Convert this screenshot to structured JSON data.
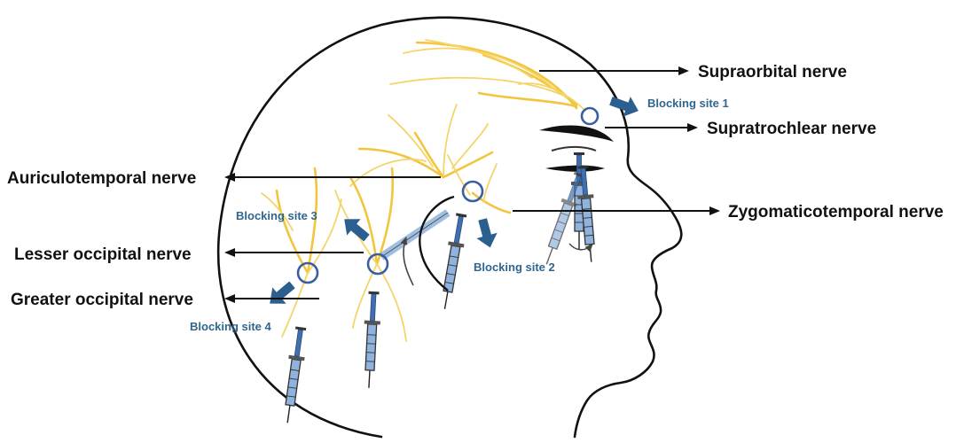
{
  "nerves": {
    "supraorbital": "Supraorbital nerve",
    "supratrochlear": "Supratrochlear nerve",
    "auriculotemporal": "Auriculotemporal nerve",
    "zygomaticotemporal": "Zygomaticotemporal nerve",
    "lesser_occipital": "Lesser occipital nerve",
    "greater_occipital": "Greater occipital nerve"
  },
  "sites": {
    "site1": "Blocking site 1",
    "site2": "Blocking site 2",
    "site3": "Blocking site 3",
    "site4": "Blocking site 4"
  },
  "colors": {
    "outline": "#111111",
    "nerve": "#f2c53d",
    "site_ring": "#3b5ea0",
    "site_arrow": "#2a5f8f",
    "site_text": "#2f6690",
    "syringe_barrel": "#8fb3dc"
  }
}
